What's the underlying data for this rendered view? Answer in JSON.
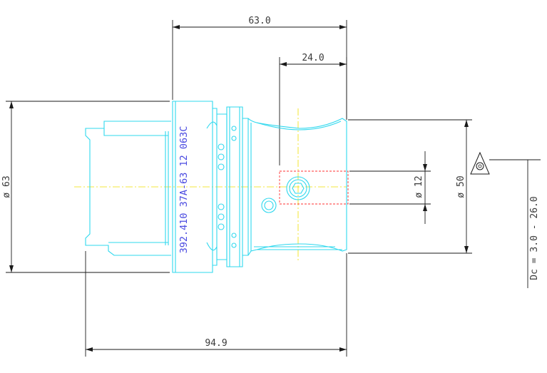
{
  "drawing": {
    "dim_length_total": "63.0",
    "dim_length_front": "24.0",
    "dim_overall": "94.9",
    "dim_dia_63": "ø 63",
    "dim_dia_50": "ø 50",
    "dim_dia_12": "ø 12",
    "dim_dc_range": "Dc = 3.0 - 26.0",
    "part_number": "392.410 37A-63 12 063C"
  },
  "colors": {
    "outline": "#2fd8ee",
    "dimension": "#1a1a1a",
    "centerline": "#f0e000",
    "hidden": "#ff3030",
    "part_text": "#4a4ae0"
  }
}
